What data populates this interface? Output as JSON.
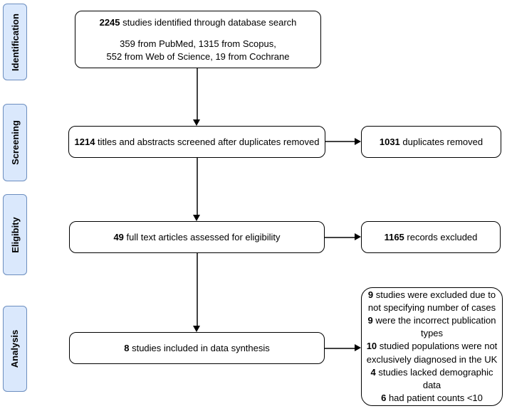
{
  "diagram": {
    "stages": [
      {
        "label": "Identification"
      },
      {
        "label": "Screening"
      },
      {
        "label": "Eligibity"
      },
      {
        "label": "Analysis"
      }
    ],
    "colors": {
      "stage_fill": "#dae8fc",
      "stage_border": "#6c8ebf",
      "box_border": "#000000",
      "arrow": "#424242"
    },
    "boxes": {
      "identified": {
        "count": "2245",
        "text": " studies identified through database search",
        "sub1": "359 from PubMed, 1315 from Scopus,",
        "sub2": "552 from Web of Science, 19 from Cochrane"
      },
      "screened": {
        "count": "1214",
        "text": " titles and abstracts screened after duplicates removed"
      },
      "duplicates": {
        "count": "1031",
        "text": " duplicates removed"
      },
      "fulltext": {
        "count": "49",
        "text": " full text articles assessed for eligibility"
      },
      "excluded": {
        "count": "1165",
        "text": " records excluded"
      },
      "included": {
        "count": "8",
        "text": " studies included in data synthesis"
      },
      "exclusion_reasons": [
        {
          "count": "9",
          "text": " studies were excluded due to not specifying number of cases"
        },
        {
          "count": "9",
          "text": " were the incorrect publication types"
        },
        {
          "count": "10",
          "text": " studied populations were not exclusively diagnosed in the UK"
        },
        {
          "count": "4",
          "text": " studies lacked demographic data"
        },
        {
          "count": "6",
          "text": " had patient counts <10"
        }
      ]
    }
  }
}
